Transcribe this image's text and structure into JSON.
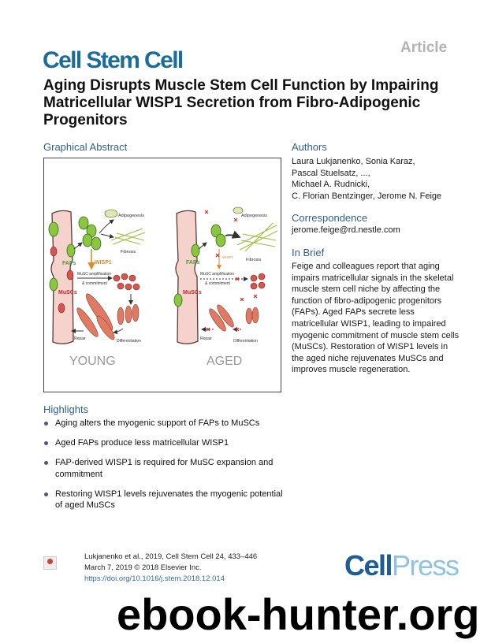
{
  "header": {
    "article_label": "Article",
    "journal": "Cell Stem Cell",
    "title": "Aging Disrupts Muscle Stem Cell Function by Impairing Matricellular WISP1 Secretion from Fibro-Adipogenic Progenitors"
  },
  "graphical_abstract": {
    "heading": "Graphical Abstract",
    "young": {
      "label": "YOUNG",
      "adipogenesis": "Adipogenesis",
      "fibrosis": "Fibrosis",
      "faps": "FAPs",
      "wisp1": "WISP1",
      "amplification": "MuSC amplification",
      "commitment": "& commitment",
      "muscs": "MuSCs",
      "repair": "Repair",
      "differentiation": "Differentiation"
    },
    "aged": {
      "label": "AGED",
      "adipogenesis": "Adipogenesis",
      "fibrosis": "Fibrosis",
      "faps": "FAPs",
      "wisp1": "WISP1",
      "amplification": "MuSC amplification",
      "commitment": "& commitment",
      "muscs": "MuSCs",
      "repair": "Repair",
      "differentiation": "Differentiation"
    },
    "colors": {
      "fap": "#4a9a3a",
      "musc": "#c0282e",
      "wisp1": "#e08a2a",
      "fiber": "#f6d2cc"
    }
  },
  "authors": {
    "heading": "Authors",
    "lines": [
      "Laura Lukjanenko, Sonia Karaz,",
      "Pascal Stuelsatz, ...,",
      "Michael A. Rudnicki,",
      "C. Florian Bentzinger, Jerome N. Feige"
    ]
  },
  "correspondence": {
    "heading": "Correspondence",
    "email": "jerome.feige@rd.nestle.com"
  },
  "in_brief": {
    "heading": "In Brief",
    "text": "Feige and colleagues report that aging impairs matricellular signals in the skeletal muscle stem cell niche by affecting the function of fibro-adipogenic progenitors (FAPs). Aged FAPs secrete less matricellular WISP1, leading to impaired myogenic commitment of muscle stem cells (MuSCs). Restoration of WISP1 levels in the aged niche rejuvenates MuSCs and improves muscle regeneration."
  },
  "highlights": {
    "heading": "Highlights",
    "items": [
      "Aging alters the myogenic support of FAPs to MuSCs",
      "Aged FAPs produce less matricellular WISP1",
      "FAP-derived WISP1 is required for MuSC expansion and commitment",
      "Restoring WISP1 levels rejuvenates the myogenic potential of aged MuSCs"
    ]
  },
  "footer": {
    "citation": "Lukjanenko et al., 2019, Cell Stem Cell 24, 433–446",
    "date": "March 7, 2019 © 2018 Elsevier Inc.",
    "doi": "https://doi.org/10.1016/j.stem.2018.12.014",
    "check_updates_icon": "check-for-updates-icon",
    "publisher_cell": "Cell",
    "publisher_press": "Press"
  },
  "watermark": "ebook-hunter.org"
}
